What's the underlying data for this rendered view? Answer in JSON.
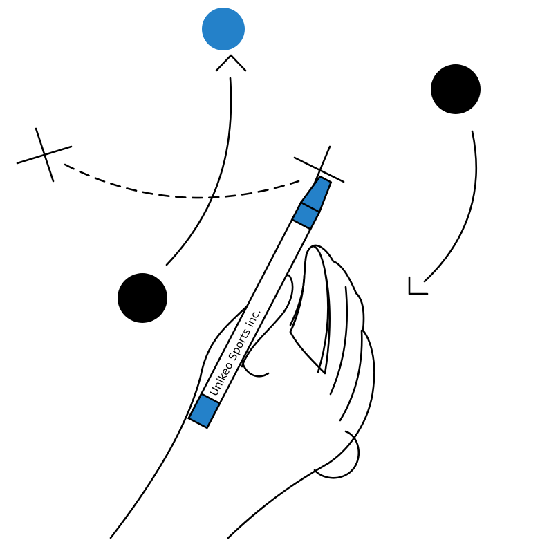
{
  "colors": {
    "background": "#ffffff",
    "ink": "#000000",
    "accent": "#2481c9"
  },
  "marker": {
    "brand_text": "Unikeo Sports inc."
  },
  "icons": {
    "players": "filled-circle",
    "cones": "x-mark",
    "movement": "arrow-line",
    "pass": "dashed-arc"
  }
}
